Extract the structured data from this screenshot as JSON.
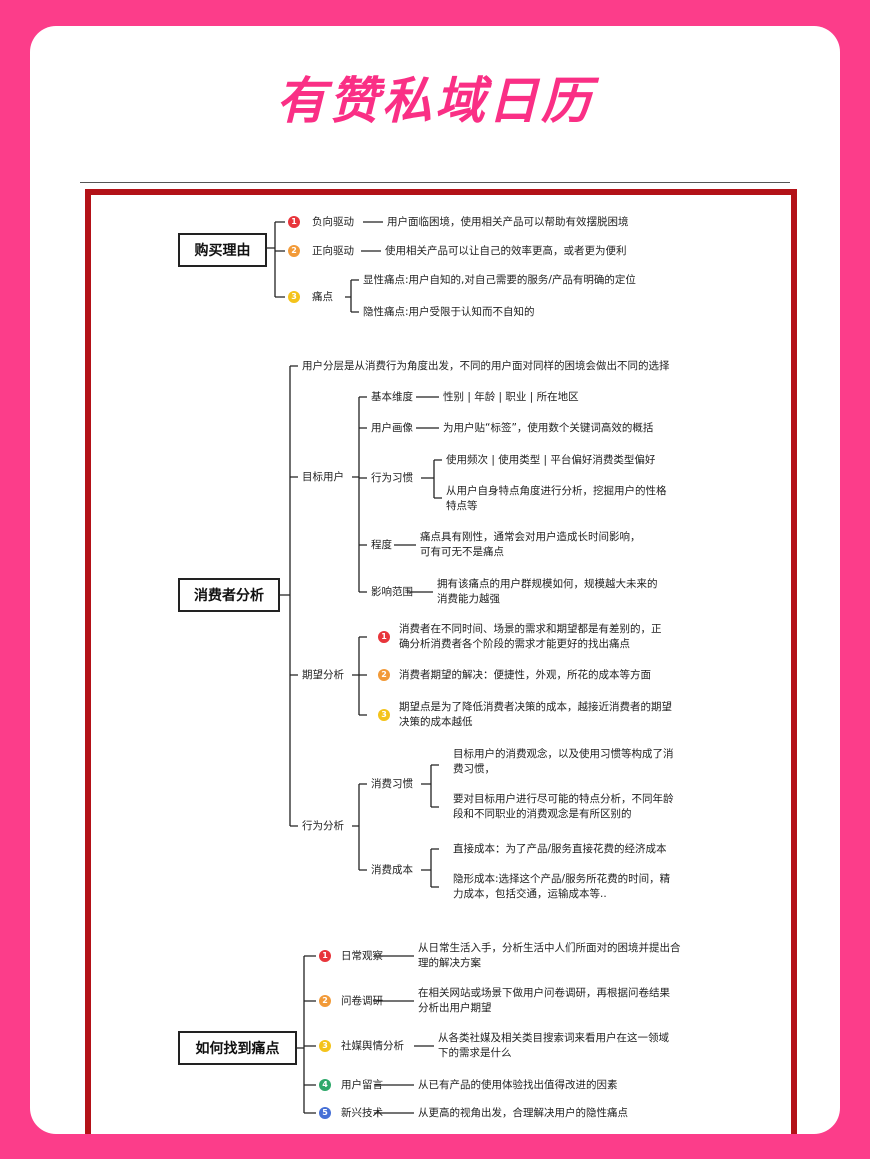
{
  "title": "有赞私域日历",
  "colors": {
    "background": "#fc3d8a",
    "title": "#fa2f85",
    "frame": "#b31218"
  },
  "sections": {
    "buy_reason": {
      "label": "购买理由",
      "items": [
        {
          "num": "1",
          "label": "负向驱动",
          "desc": "用户面临困境，使用相关产品可以帮助有效摆脱困境"
        },
        {
          "num": "2",
          "label": "正向驱动",
          "desc": "使用相关产品可以让自己的效率更高，或者更为便利"
        },
        {
          "num": "3",
          "label": "痛点",
          "subs": [
            "显性痛点:用户自知的,对自己需要的服务/产品有明确的定位",
            "隐性痛点:用户受限于认知而不自知的"
          ]
        }
      ]
    },
    "consumer": {
      "label": "消费者分析",
      "intro": "用户分层是从消费行为角度出发，不同的用户面对同样的困境会做出不同的选择",
      "target": {
        "label": "目标用户",
        "basic_label": "基本维度",
        "basic_desc": "性别 | 年龄 | 职业 | 所在地区",
        "portrait_label": "用户画像",
        "portrait_desc": "为用户贴“标签”，使用数个关键词高效的概括",
        "habit_label": "行为习惯",
        "habit_1": "使用频次 | 使用类型 | 平台偏好消费类型偏好",
        "habit_2a": "从用户自身特点角度进行分析，挖掘用户的性格",
        "habit_2b": "特点等",
        "degree_label": "程度",
        "degree_a": "痛点具有刚性，通常会对用户造成长时间影响，",
        "degree_b": "可有可无不是痛点",
        "scope_label": "影响范围",
        "scope_a": "拥有该痛点的用户群规模如何，规模越大未来的",
        "scope_b": "消费能力越强"
      },
      "expect": {
        "label": "期望分析",
        "num_1": "1",
        "item1_a": "消费者在不同时间、场景的需求和期望都是有差别的，正",
        "item1_b": "确分析消费者各个阶段的需求才能更好的找出痛点",
        "num_2": "2",
        "item2": "消费者期望的解决：便捷性，外观，所花的成本等方面",
        "num_3": "3",
        "item3_a": "期望点是为了降低消费者决策的成本，越接近消费者的期望",
        "item3_b": "决策的成本越低"
      },
      "behavior": {
        "label": "行为分析",
        "habit_label": "消费习惯",
        "habit_1a": "目标用户的消费观念，以及使用习惯等构成了消",
        "habit_1b": "费习惯，",
        "habit_2a": "要对目标用户进行尽可能的特点分析，不同年龄",
        "habit_2b": "段和不同职业的消费观念是有所区别的",
        "cost_label": "消费成本",
        "cost_1": "直接成本：为了产品/服务直接花费的经济成本",
        "cost_2a": "隐形成本:选择这个产品/服务所花费的时间，精",
        "cost_2b": "力成本，包括交通，运输成本等.."
      }
    },
    "pain": {
      "label": "如何找到痛点",
      "items": [
        {
          "num": "1",
          "label": "日常观察",
          "desc": [
            "从日常生活入手，分析生活中人们所面对的困境并提出合",
            "理的解决方案"
          ]
        },
        {
          "num": "2",
          "label": "问卷调研",
          "desc": [
            "在相关网站或场景下做用户问卷调研，再根据问卷结果",
            "分析出用户期望"
          ]
        },
        {
          "num": "3",
          "label": "社媒舆情分析",
          "desc": [
            "从各类社媒及相关类目搜索词来看用户在这一领域",
            "下的需求是什么"
          ]
        },
        {
          "num": "4",
          "label": "用户留言",
          "desc": [
            "从已有产品的使用体验找出值得改进的因素"
          ]
        },
        {
          "num": "5",
          "label": "新兴技术",
          "desc": [
            "从更高的视角出发，合理解决用户的隐性痛点"
          ]
        }
      ]
    }
  }
}
